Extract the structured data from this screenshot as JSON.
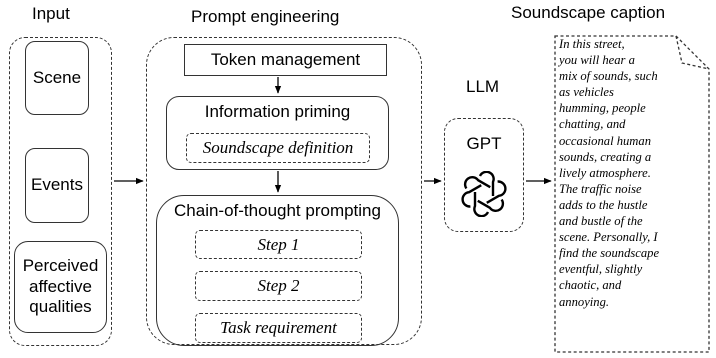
{
  "input": {
    "title": "Input",
    "items": [
      "Scene",
      "Events",
      "Perceived\naffective\nqualities"
    ]
  },
  "prompt_engineering": {
    "title": "Prompt engineering",
    "token_management": "Token management",
    "information_priming": {
      "label": "Information priming",
      "sub": "Soundscape definition"
    },
    "chain_of_thought": {
      "label": "Chain-of-thought prompting",
      "steps": [
        "Step 1",
        "Step 2",
        "Task requirement"
      ]
    }
  },
  "llm": {
    "title": "LLM",
    "model": "GPT",
    "icon": "openai-logo-icon"
  },
  "caption": {
    "title": "Soundscape caption",
    "text": "In this street,\nyou will hear a\nmix of sounds, such\nas vehicles\nhumming, people\nchatting, and\noccasional human\nsounds, creating a\nlively atmosphere.\nThe traffic noise\nadds to the hustle\nand bustle of the\nscene. Personally, I\nfind the soundscape\neventful, slightly\nchaotic, and\nannoying."
  }
}
